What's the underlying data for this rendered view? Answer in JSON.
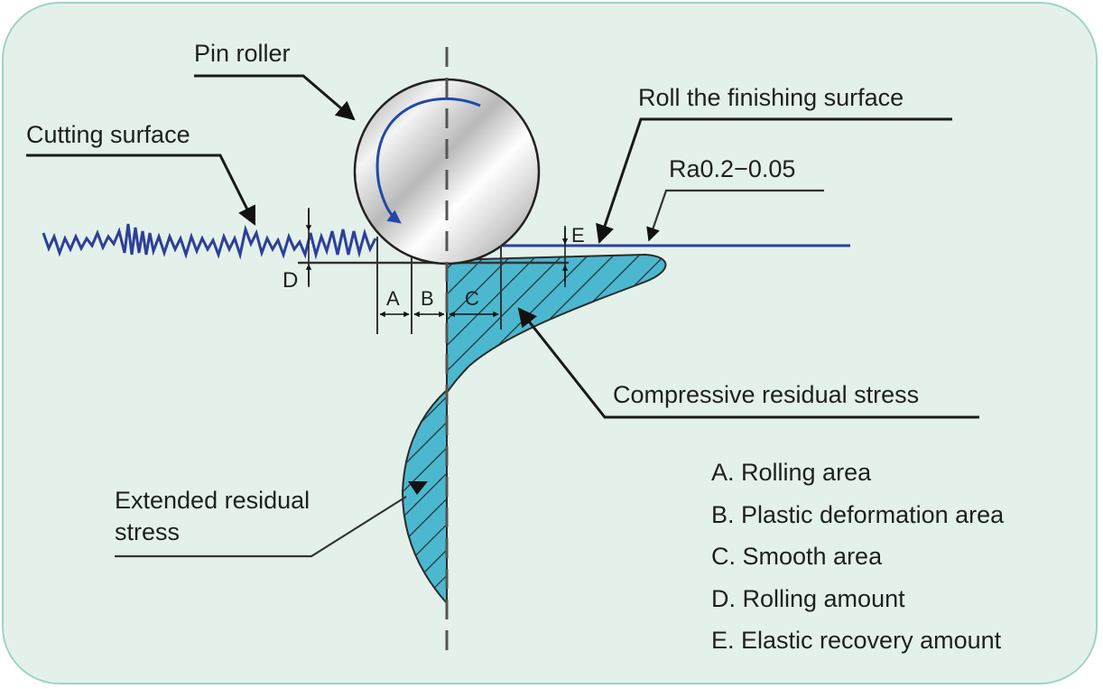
{
  "labels": {
    "pin_roller": "Pin roller",
    "cutting_surface": "Cutting surface",
    "roll_finishing_surface": "Roll the finishing surface",
    "roughness": "Ra0.2−0.05",
    "compressive_stress": "Compressive residual stress",
    "extended_stress_line1": "Extended residual",
    "extended_stress_line2": "stress"
  },
  "dimension_marks": {
    "A": "A",
    "B": "B",
    "C": "C",
    "D": "D",
    "E": "E"
  },
  "legend": [
    {
      "key": "A",
      "text": "A. Rolling area"
    },
    {
      "key": "B",
      "text": "B. Plastic deformation area"
    },
    {
      "key": "C",
      "text": "C. Smooth area"
    },
    {
      "key": "D",
      "text": "D. Rolling amount"
    },
    {
      "key": "E",
      "text": "E. Elastic recovery amount"
    }
  ],
  "colors": {
    "background": "#e4f1ea",
    "border": "#9fd3c7",
    "surface_line": "#2d3f9a",
    "stress_fill": "#4cb8cf",
    "leader_line": "#1a1a1a",
    "rotation_arrow": "#1f4aa8"
  }
}
